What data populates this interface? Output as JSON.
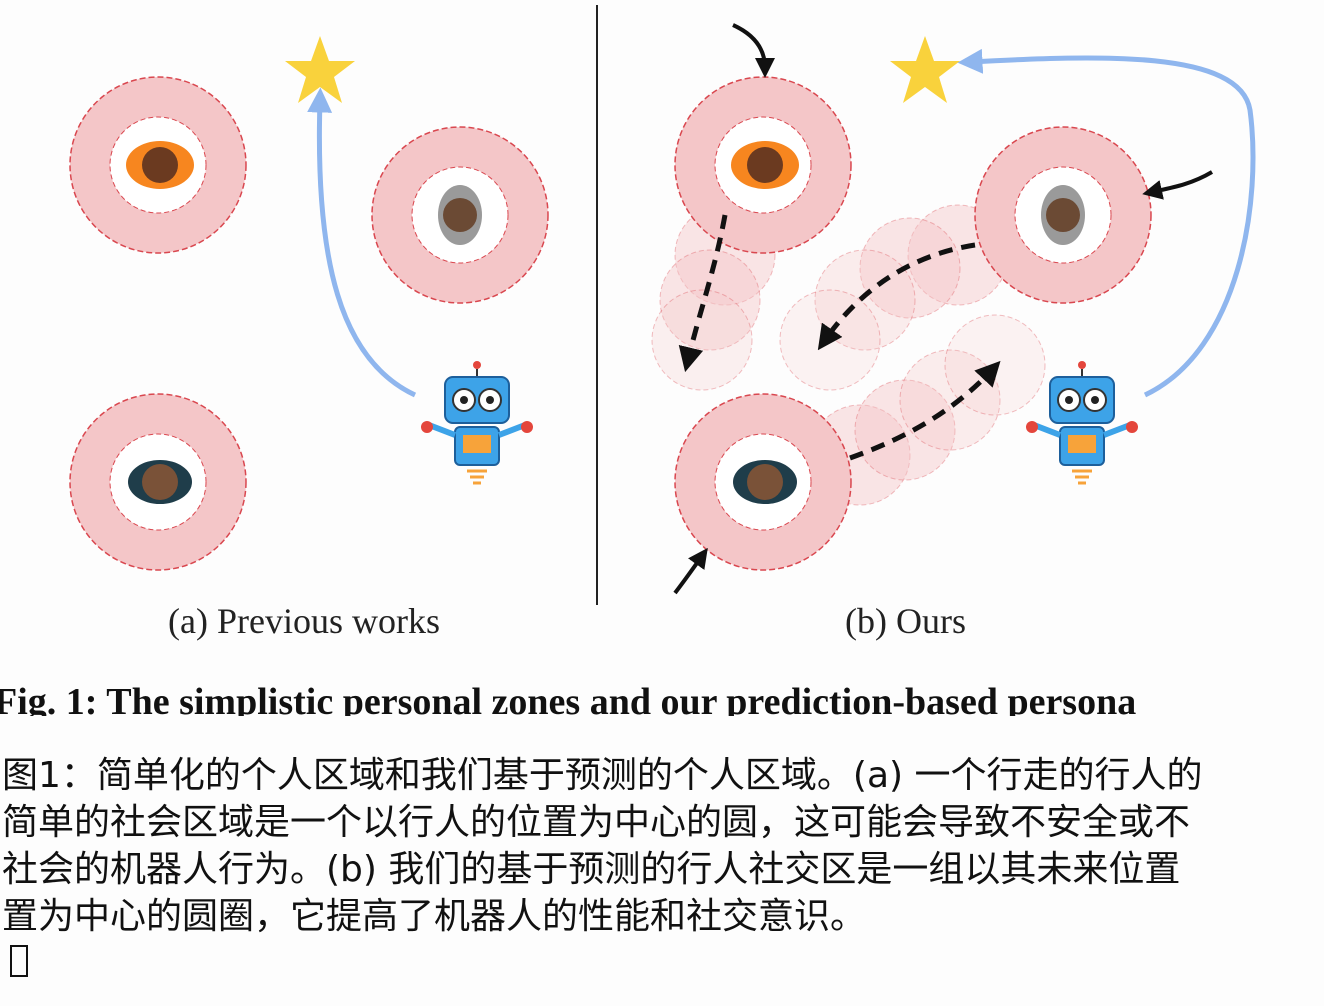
{
  "figure": {
    "panel_a_label": "(a) Previous works",
    "panel_b_label": "(b) Ours",
    "colors": {
      "zone": "#f4c6c8",
      "zone_border": "#d9474f",
      "path": "#8fb6ee",
      "star": "#f9d23c",
      "arrow": "#111111"
    }
  },
  "caption_en": "Fig. 1: The simplistic personal zones and our prediction-based persona",
  "caption_zh": [
    "图1：简单化的个人区域和我们基于预测的个人区域。(a) 一个行走的行人的",
    "简单的社会区域是一个以行人的位置为中心的圆，这可能会导致不安全或不",
    "社会的机器人行为。(b) 我们的基于预测的行人社交区是一组以其未来位置",
    "置为中心的圆圈，它提高了机器人的性能和社交意识。"
  ],
  "placeholder_glyph": "▯"
}
